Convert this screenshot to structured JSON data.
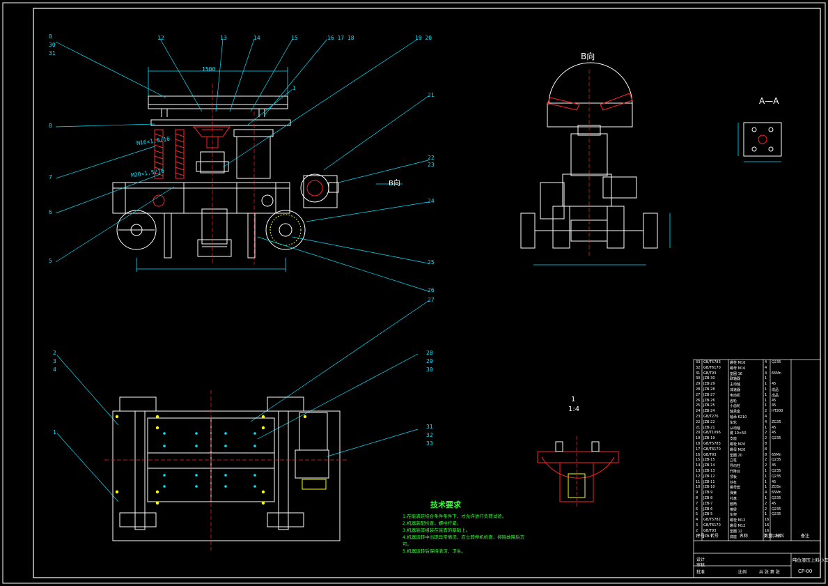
{
  "view_labels": {
    "b_view": "B向",
    "b_arrow": "B向",
    "a_section": "A—A",
    "scale_num": "1",
    "scale_den": "1:4",
    "top_dim": "1500"
  },
  "part_callouts": {
    "top_left_stack": [
      "8",
      "30",
      "31"
    ],
    "top_row": [
      "12",
      "13",
      "14",
      "15",
      "16 17 18",
      "19 20"
    ],
    "center": "1",
    "left_side": [
      "8",
      "7",
      "6",
      "5"
    ],
    "right_side": [
      "21",
      "22",
      "23",
      "24",
      "25",
      "26",
      "27"
    ],
    "right_lower": [
      "28",
      "29",
      "30",
      "31",
      "32",
      "33"
    ],
    "plan_left": [
      "2",
      "3",
      "4",
      "1"
    ]
  },
  "annotations": {
    "motor_note": "M16×1.5/16",
    "bolt_note": "M20×1.5/16"
  },
  "tech_requirements": {
    "title": "技术要求",
    "items": [
      "1.在能满足结合条件条件下，才允许进行负荷试验。",
      "2.机器装配检查，螺栓拧紧。",
      "3.机器底座组装在底面的基础上。",
      "4.机器运转中出现异常情况，应立即停机检查，排除故障后方",
      "可。",
      "5.机器运转后保持清洁、卫生。"
    ]
  },
  "bom": {
    "rows": [
      [
        "33",
        "GB/T5783",
        "螺栓 M16",
        "4",
        "Q235"
      ],
      [
        "32",
        "GB/T6170",
        "螺母 M16",
        "4",
        ""
      ],
      [
        "31",
        "GB/T93",
        "垫圈 16",
        "4",
        "65Mn"
      ],
      [
        "30",
        "JZB-30",
        "联轴器",
        "1",
        ""
      ],
      [
        "29",
        "JZB-29",
        "主动轴",
        "1",
        "45"
      ],
      [
        "28",
        "JZB-28",
        "减速器",
        "1",
        "成品"
      ],
      [
        "27",
        "JZB-27",
        "电动机",
        "1",
        "成品"
      ],
      [
        "26",
        "JZB-26",
        "齿轮",
        "1",
        "45"
      ],
      [
        "25",
        "JZB-25",
        "小齿轮",
        "1",
        "45"
      ],
      [
        "24",
        "JZB-24",
        "轴承座",
        "2",
        "HT200"
      ],
      [
        "23",
        "GB/T276",
        "轴承 6210",
        "4",
        ""
      ],
      [
        "22",
        "JZB-22",
        "车轮",
        "4",
        "ZG35"
      ],
      [
        "21",
        "JZB-21",
        "从动轴",
        "1",
        "45"
      ],
      [
        "20",
        "GB/T1096",
        "键 10×50",
        "2",
        "45"
      ],
      [
        "19",
        "JZB-19",
        "支座",
        "2",
        "Q235"
      ],
      [
        "18",
        "GB/T5783",
        "螺栓 M20",
        "8",
        ""
      ],
      [
        "17",
        "GB/T6170",
        "螺母 M20",
        "8",
        ""
      ],
      [
        "16",
        "GB/T93",
        "垫圈 20",
        "8",
        "65Mn"
      ],
      [
        "15",
        "JZB-15",
        "立柱",
        "2",
        "Q235"
      ],
      [
        "14",
        "JZB-14",
        "导向柱",
        "2",
        "45"
      ],
      [
        "13",
        "JZB-13",
        "升降台",
        "1",
        "Q235"
      ],
      [
        "12",
        "JZB-12",
        "顶板",
        "1",
        "Q235"
      ],
      [
        "11",
        "JZB-11",
        "丝杠",
        "1",
        "45"
      ],
      [
        "10",
        "JZB-10",
        "螺母套",
        "1",
        "ZQSn"
      ],
      [
        "9",
        "JZB-9",
        "弹簧",
        "4",
        "65Mn"
      ],
      [
        "8",
        "JZB-8",
        "托盘",
        "1",
        "Q235"
      ],
      [
        "7",
        "JZB-7",
        "套筒",
        "2",
        "45"
      ],
      [
        "6",
        "JZB-6",
        "横梁",
        "2",
        "Q235"
      ],
      [
        "5",
        "JZB-5",
        "车架",
        "1",
        "Q235"
      ],
      [
        "4",
        "GB/T5782",
        "螺栓 M12",
        "16",
        ""
      ],
      [
        "3",
        "GB/T6170",
        "螺母 M12",
        "16",
        ""
      ],
      [
        "2",
        "GB/T93",
        "垫圈 12",
        "16",
        ""
      ],
      [
        "1",
        "JZB-1",
        "底座",
        "1",
        "Q235"
      ]
    ],
    "header": [
      "序号",
      "代号",
      "名称",
      "数量",
      "材料",
      "备注"
    ],
    "title_block": {
      "name": "吨位液压上料小车装配图",
      "drawing_no": "CP-00",
      "designer": "设计",
      "checker": "审核",
      "approve": "批准",
      "scale_label": "比例",
      "sheet_label": "共 张 第 张"
    }
  },
  "colors": {
    "background": "#000000",
    "outline": "#ffffff",
    "dimension": "#00e5ff",
    "section": "#ff2222",
    "text_green": "#33ff33",
    "bolt_yellow": "#ffff00"
  }
}
